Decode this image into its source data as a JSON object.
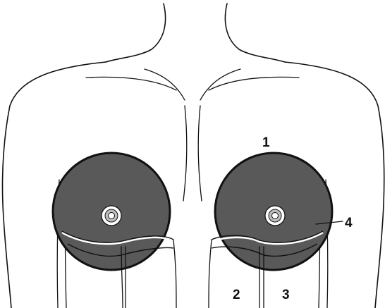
{
  "figure": {
    "labels": {
      "zone_1": "1",
      "zone_2": "2",
      "zone_3": "3",
      "zone_4": "4"
    },
    "colors": {
      "disc_fill": "#595959",
      "wedge_fill": "#a9a9a9",
      "line": "#111111",
      "background": "#ffffff"
    }
  }
}
